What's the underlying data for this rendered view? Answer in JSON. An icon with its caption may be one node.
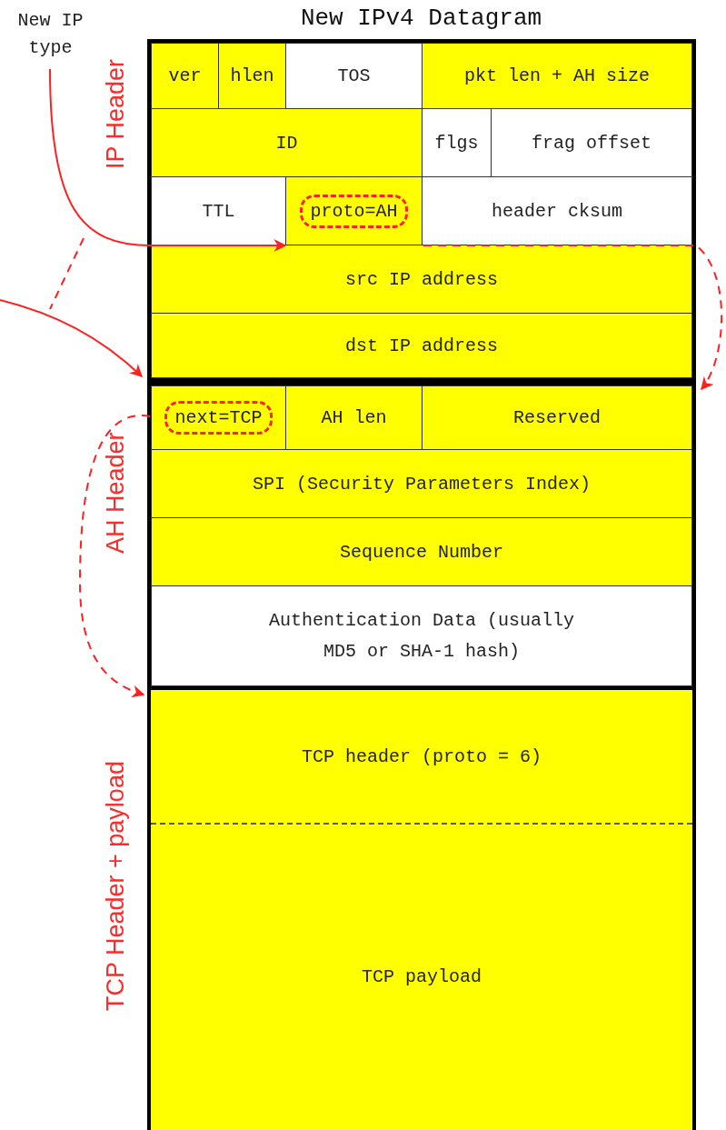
{
  "diagram": {
    "title": "New IPv4 Datagram",
    "nodes": [
      {
        "text": [
          "New IP type"
        ]
      },
      {
        "text": [
          "IP Header"
        ]
      },
      {
        "text": [
          "ver"
        ],
        "in": 1
      },
      {
        "text": [
          "hlen"
        ],
        "in": 1
      },
      {
        "text": [
          "TOS"
        ],
        "in": 1
      },
      {
        "text": [
          "pkt len + AH size"
        ],
        "in": 1
      },
      {
        "text": [
          "ID"
        ],
        "in": 1
      },
      {
        "text": [
          "flgs"
        ],
        "in": 1
      },
      {
        "text": [
          "frag offset"
        ],
        "in": 1
      },
      {
        "text": [
          "TTL"
        ],
        "in": 1
      },
      {
        "text": [
          "proto=AH"
        ],
        "in": 1
      },
      {
        "text": [
          "header cksum"
        ],
        "in": 1
      },
      {
        "text": [
          "src IP address"
        ],
        "in": 1
      },
      {
        "text": [
          "dst IP address"
        ],
        "in": 1
      },
      {
        "text": [
          "AH Header"
        ]
      },
      {
        "text": [
          "next=TCP"
        ],
        "in": 14
      },
      {
        "text": [
          "AH len"
        ],
        "in": 14
      },
      {
        "text": [
          "Reserved"
        ],
        "in": 14
      },
      {
        "text": [
          "SPI (Security Parameters Index)"
        ],
        "in": 14
      },
      {
        "text": [
          "Sequence Number"
        ],
        "in": 14
      },
      {
        "text": [
          "Authentication Data (usually MD5 or SHA-1 hash)"
        ],
        "in": 14
      },
      {
        "text": [
          "TCP Header + payload"
        ]
      },
      {
        "text": [
          "TCP header (proto = 6)"
        ],
        "in": 21
      },
      {
        "text": [
          "TCP payload"
        ],
        "in": 21
      }
    ],
    "edges": [
      {
        "from": 0,
        "to": 10,
        "arrow": "to"
      },
      {
        "from": null,
        "to": 14,
        "arrow": "to"
      },
      {
        "from": 10,
        "to": 14,
        "arrow": "to",
        "style": "dashed"
      },
      {
        "from": 15,
        "to": 21,
        "arrow": "to",
        "style": "dashed"
      }
    ]
  }
}
